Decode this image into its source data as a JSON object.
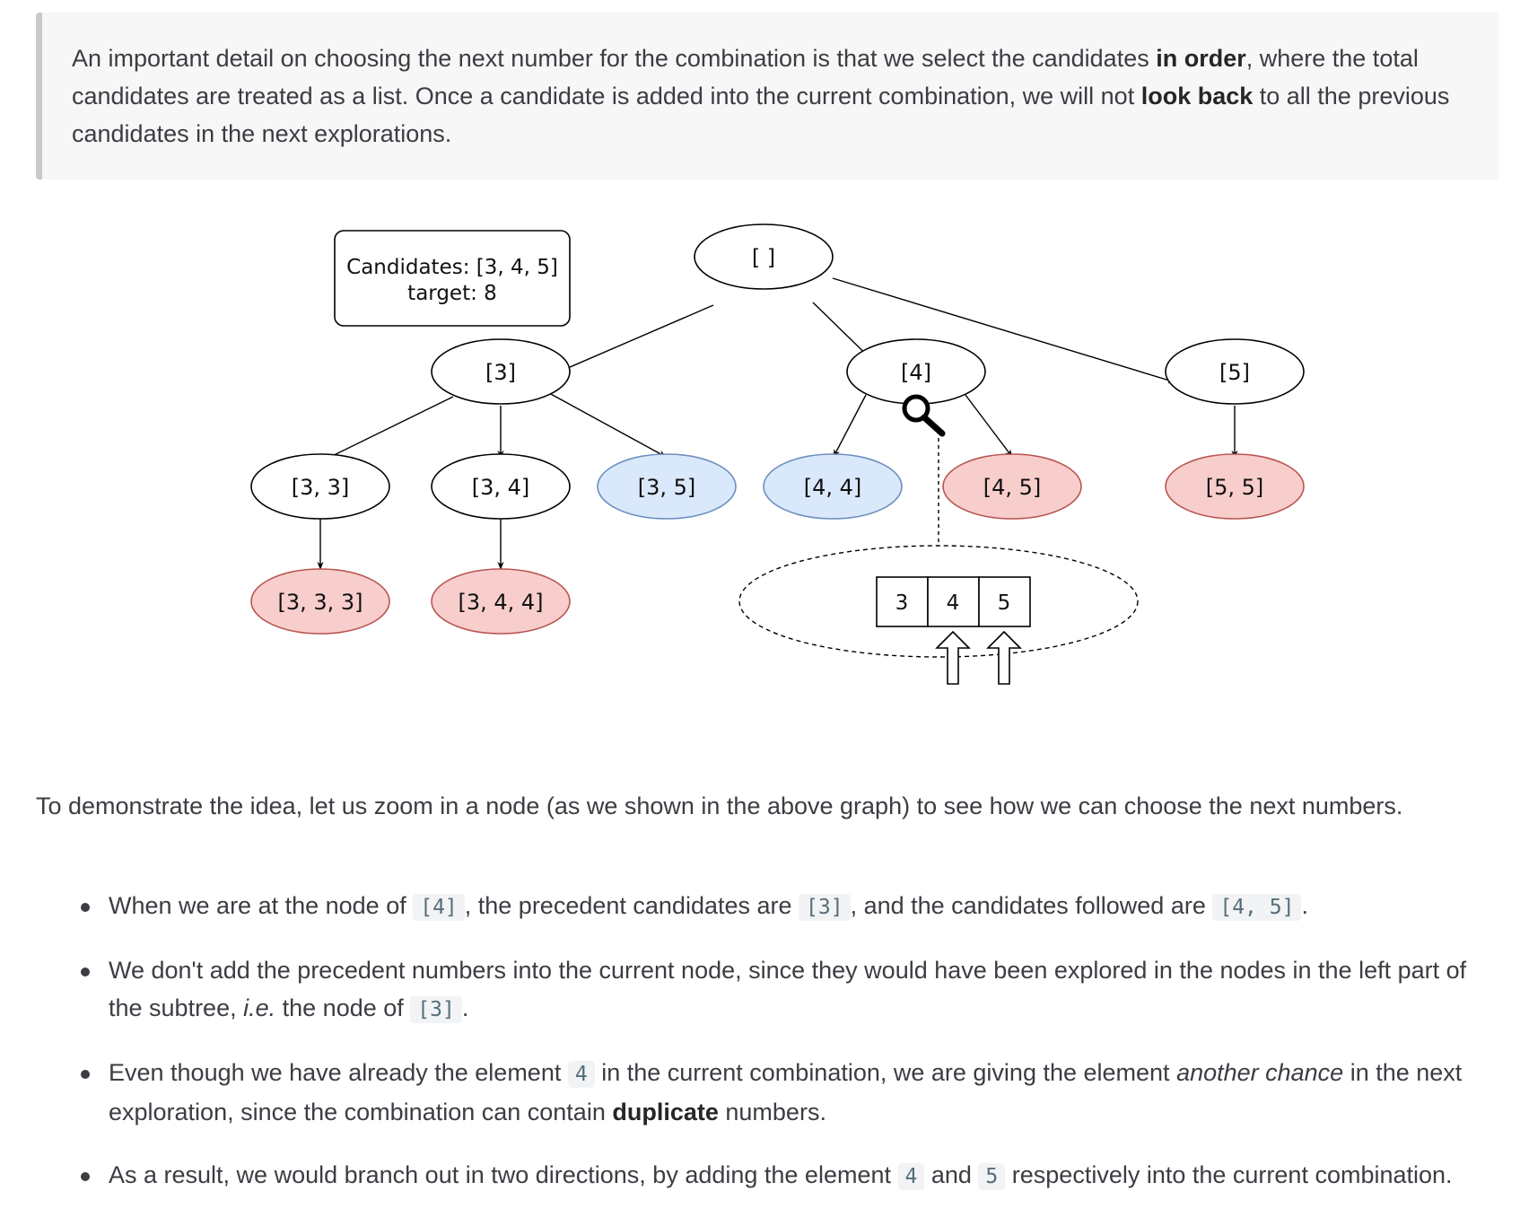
{
  "callout": {
    "t1": "An important detail on choosing the next number for the combination is that we select the candidates ",
    "b1": "in order",
    "t2": ", where the total candidates are treated as a list. Once a candidate is added into the current combination, we will not ",
    "b2": "look back",
    "t3": " to all the previous candidates in the next explorations."
  },
  "diagram": {
    "info_line1": "Candidates: [3, 4, 5]",
    "info_line2": "target: 8",
    "nodes": {
      "root": "[ ]",
      "n3": "[3]",
      "n4": "[4]",
      "n5": "[5]",
      "n33": "[3, 3]",
      "n34": "[3, 4]",
      "n35": "[3, 5]",
      "n44": "[4, 4]",
      "n45": "[4, 5]",
      "n55": "[5, 5]",
      "n333": "[3, 3, 3]",
      "n344": "[3, 4, 4]"
    },
    "array_cells": [
      "3",
      "4",
      "5"
    ],
    "colors": {
      "normal_fill": "#ffffff",
      "blue_fill": "#dae8fc",
      "blue_stroke": "#6c8ebf",
      "red_fill": "#f8cecc",
      "red_stroke": "#b85450"
    }
  },
  "para": {
    "text": "To demonstrate the idea, let us zoom in a node (as we shown in the above graph) to see how we can choose the next numbers."
  },
  "bullets": {
    "b1": {
      "t1": "When we are at the node of ",
      "c1": "[4]",
      "t2": ", the precedent candidates are ",
      "c2": "[3]",
      "t3": ", and the candidates followed are ",
      "c3": "[4, 5]",
      "t4": "."
    },
    "b2": {
      "t1": "We don't add the precedent numbers into the current node, since they would have been explored in the nodes in the left part of the subtree, ",
      "i1": "i.e.",
      "t2": " the node of ",
      "c1": "[3]",
      "t3": "."
    },
    "b3": {
      "t1": "Even though we have already the element ",
      "c1": "4",
      "t2": " in the current combination, we are giving the element ",
      "i1": "another chance",
      "t3": " in the next exploration, since the combination can contain ",
      "b1": "duplicate",
      "t4": " numbers."
    },
    "b4": {
      "t1": "As a result, we would branch out in two directions, by adding the element ",
      "c1": "4",
      "t2": " and ",
      "c2": "5",
      "t3": " respectively into the current combination."
    }
  }
}
